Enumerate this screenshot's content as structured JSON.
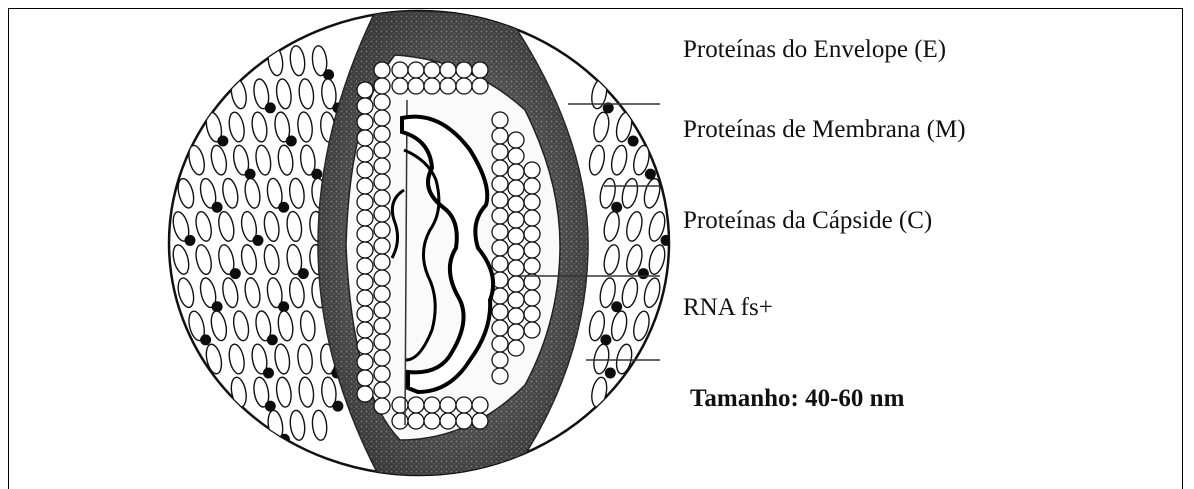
{
  "labels": {
    "envelope": "Proteínas do Envelope (E)",
    "membrane": "Proteínas de Membrana (M)",
    "capsid": "Proteínas da Cápside (C)",
    "rna": "RNA fs+",
    "size": "Tamanho: 40-60 nm"
  },
  "colors": {
    "line": "#111111",
    "dark_protein": "#0d0d0d",
    "band_shade": "#3a3a3a"
  }
}
